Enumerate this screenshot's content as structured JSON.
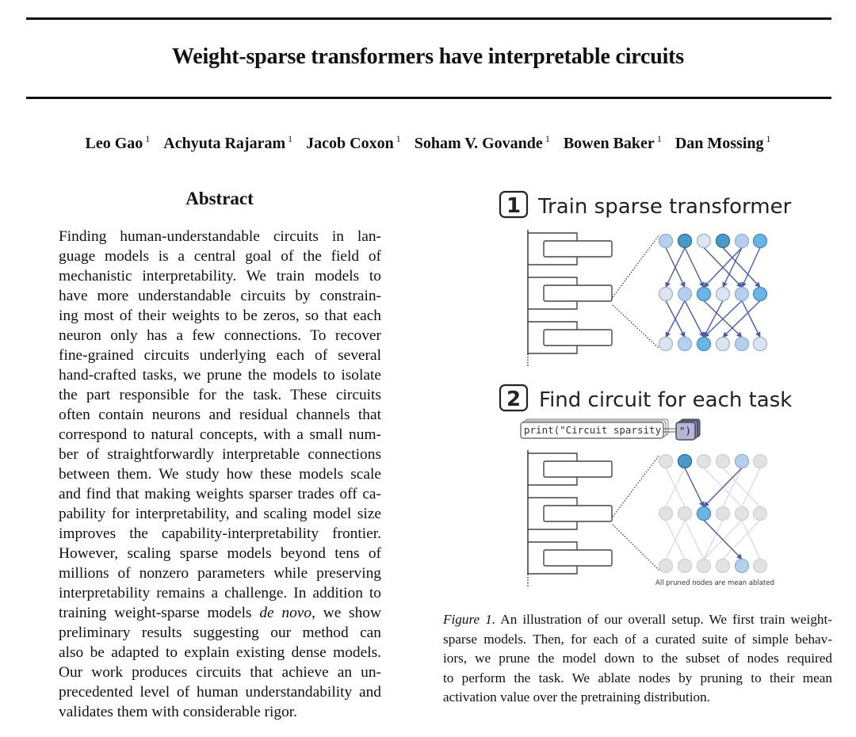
{
  "paper": {
    "title": "Weight-sparse transformers have interpretable circuits",
    "authors": [
      {
        "name": "Leo Gao",
        "affiliation": "1"
      },
      {
        "name": "Achyuta Rajaram",
        "affiliation": "1"
      },
      {
        "name": "Jacob Coxon",
        "affiliation": "1"
      },
      {
        "name": "Soham V. Govande",
        "affiliation": "1"
      },
      {
        "name": "Bowen Baker",
        "affiliation": "1"
      },
      {
        "name": "Dan Mossing",
        "affiliation": "1"
      }
    ]
  },
  "abstract": {
    "heading": "Abstract",
    "lines": [
      "Finding human-understandable circuits in lan-",
      "guage models is a central goal of the field of",
      "mechanistic interpretability. We train models to",
      "have more understandable circuits by constrain-",
      "ing most of their weights to be zeros, so that each",
      "neuron only has a few connections. To recover",
      "fine-grained circuits underlying each of several",
      "hand-crafted tasks, we prune the models to isolate",
      "the part responsible for the task. These circuits",
      "often contain neurons and residual channels that",
      "correspond to natural concepts, with a small num-",
      "ber of straightforwardly interpretable connections",
      "between them. We study how these models scale",
      "and find that making weights sparser trades off ca-",
      "pability for interpretability, and scaling model size",
      "improves the capability-interpretability frontier.",
      "However, scaling sparse models beyond tens of",
      "millions of nonzero parameters while preserving",
      "interpretability remains a challenge. In addition to",
      "training weight-sparse models ",
      "preliminary results suggesting our method can",
      "also be adapted to explain existing dense models.",
      "Our work produces circuits that achieve an un-",
      "precedented level of human understandability and",
      "validates them with considerable rigor."
    ],
    "italic_phrase": "de novo",
    "line20_tail": ", we show"
  },
  "figure": {
    "step1": {
      "number": "1",
      "label": "Train sparse transformer"
    },
    "step2": {
      "number": "2",
      "label": "Find circuit for each task"
    },
    "code_prompt": "print(\"Circuit sparsity",
    "code_suffix": "\")",
    "note": "All pruned nodes are mean ablated",
    "colors": {
      "node_light": "#dce4f2",
      "node_mid": "#b5d0ec",
      "node_bright": "#6cb4e4",
      "node_dark": "#4a9ac8",
      "edge": "#4b5aa6",
      "pruned_node": "#e2e2e2",
      "pruned_edge": "#d8d8d8"
    },
    "panel1_nodes": [
      [
        "mid",
        "dark",
        "light",
        "dark",
        "mid",
        "bright"
      ],
      [
        "light",
        "mid",
        "bright",
        "light",
        "mid",
        "bright"
      ],
      [
        "light",
        "mid",
        "bright",
        "light",
        "mid",
        "light"
      ]
    ],
    "panel1_edges_top": [
      [
        0,
        1
      ],
      [
        1,
        0
      ],
      [
        1,
        2
      ],
      [
        2,
        4
      ],
      [
        3,
        5
      ],
      [
        4,
        2
      ],
      [
        4,
        3
      ],
      [
        5,
        4
      ]
    ],
    "panel1_edges_bottom": [
      [
        0,
        1
      ],
      [
        1,
        0
      ],
      [
        1,
        2
      ],
      [
        2,
        4
      ],
      [
        3,
        2
      ],
      [
        4,
        2
      ],
      [
        4,
        5
      ],
      [
        5,
        3
      ]
    ],
    "panel2_active_nodes": [
      [
        1,
        4
      ],
      [
        2
      ],
      [
        4
      ]
    ],
    "panel2_active_edges_top": [
      [
        1,
        2
      ],
      [
        4,
        2
      ]
    ],
    "panel2_active_edges_bottom": [
      [
        2,
        4
      ]
    ],
    "panel2_active_colors": [
      [
        "dark",
        "mid"
      ],
      [
        "bright"
      ],
      [
        "mid"
      ]
    ]
  },
  "caption": {
    "label": "Figure 1.",
    "lines": [
      " An illustration of our overall setup. We first train weight-",
      "sparse models. Then, for each of a curated suite of simple behav-",
      "iors, we prune the model down to the subset of nodes required",
      "to perform the task. We ablate nodes by pruning to their mean",
      "activation value over the pretraining distribution."
    ]
  }
}
